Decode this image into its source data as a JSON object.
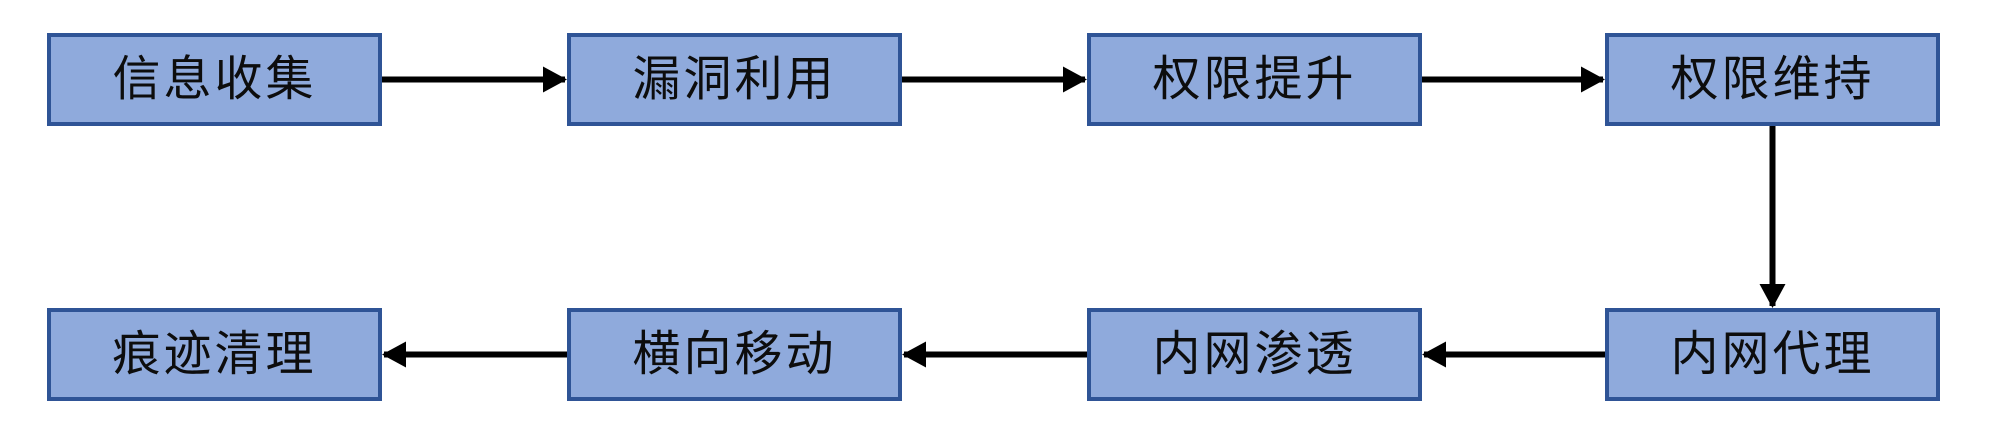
{
  "diagram": {
    "title": "attack-flow",
    "colors": {
      "background": "#ffffff",
      "node_fill": "#8FAADC",
      "node_border": "#2F5496",
      "arrow": "#000000",
      "text": "#0d0d0d"
    },
    "nodes": [
      {
        "id": "info-gathering",
        "label": "信息收集",
        "row": 0,
        "col": 0
      },
      {
        "id": "vuln-exploitation",
        "label": "漏洞利用",
        "row": 0,
        "col": 1
      },
      {
        "id": "privilege-escalation",
        "label": "权限提升",
        "row": 0,
        "col": 2
      },
      {
        "id": "privilege-persistence",
        "label": "权限维持",
        "row": 0,
        "col": 3
      },
      {
        "id": "intranet-proxy",
        "label": "内网代理",
        "row": 1,
        "col": 3
      },
      {
        "id": "intranet-penetration",
        "label": "内网渗透",
        "row": 1,
        "col": 2
      },
      {
        "id": "lateral-movement",
        "label": "横向移动",
        "row": 1,
        "col": 1
      },
      {
        "id": "trace-cleanup",
        "label": "痕迹清理",
        "row": 1,
        "col": 0
      }
    ],
    "edges": [
      {
        "from": "info-gathering",
        "to": "vuln-exploitation"
      },
      {
        "from": "vuln-exploitation",
        "to": "privilege-escalation"
      },
      {
        "from": "privilege-escalation",
        "to": "privilege-persistence"
      },
      {
        "from": "privilege-persistence",
        "to": "intranet-proxy"
      },
      {
        "from": "intranet-proxy",
        "to": "intranet-penetration"
      },
      {
        "from": "intranet-penetration",
        "to": "lateral-movement"
      },
      {
        "from": "lateral-movement",
        "to": "trace-cleanup"
      }
    ]
  }
}
